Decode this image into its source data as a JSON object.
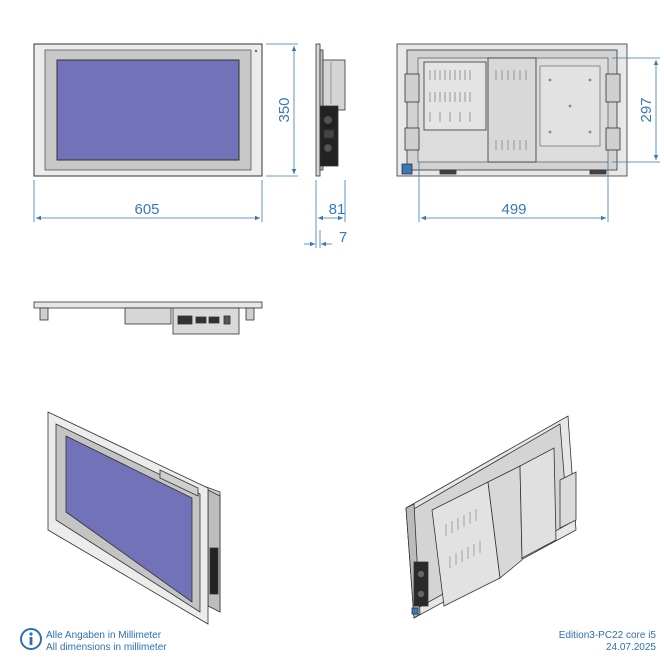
{
  "dimensions": {
    "front_width": "605",
    "front_height": "350",
    "side_depth": "81",
    "side_front_thickness": "7",
    "back_width": "499",
    "back_height": "297"
  },
  "footer": {
    "note_de": "Alle Angaben in Millimeter",
    "note_en": "All dimensions in millimeter",
    "model": "Edition3-PC22 core i5",
    "date": "24.07.2025"
  },
  "colors": {
    "dimension_blue": "#3a78b8",
    "screen_blue": "#7272b8",
    "bezel_gray": "#c8c8c8",
    "frame_light": "#ececec",
    "outline": "#333333"
  },
  "icons": {
    "info": "info-icon"
  }
}
